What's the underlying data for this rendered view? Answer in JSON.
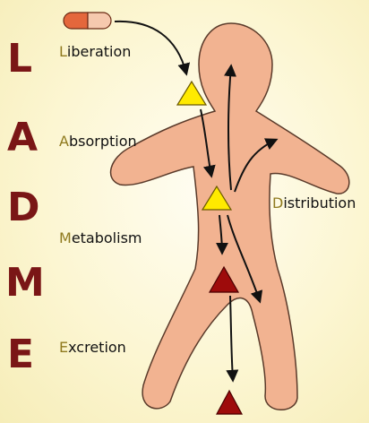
{
  "acronym": [
    "L",
    "A",
    "D",
    "M",
    "E"
  ],
  "stages": {
    "liberation": {
      "initial": "L",
      "rest": "iberation"
    },
    "absorption": {
      "initial": "A",
      "rest": "bsorption"
    },
    "distribution": {
      "initial": "D",
      "rest": "istribution"
    },
    "metabolism": {
      "initial": "M",
      "rest": "etabolism"
    },
    "excretion": {
      "initial": "E",
      "rest": "xcretion"
    }
  },
  "colors": {
    "letters": "#7a1616",
    "initials": "#8f7a1e",
    "body_fill": "#f2b391",
    "body_stroke": "#5a3a2a",
    "drug_yellow": "#ffea00",
    "metabolite_red": "#9e0b0b",
    "capsule_left": "#e4673c",
    "capsule_right": "#f6c9ae",
    "arrows": "#111111"
  },
  "icons": [
    "capsule-icon",
    "drug-triangle-icon",
    "metabolite-triangle-icon"
  ]
}
